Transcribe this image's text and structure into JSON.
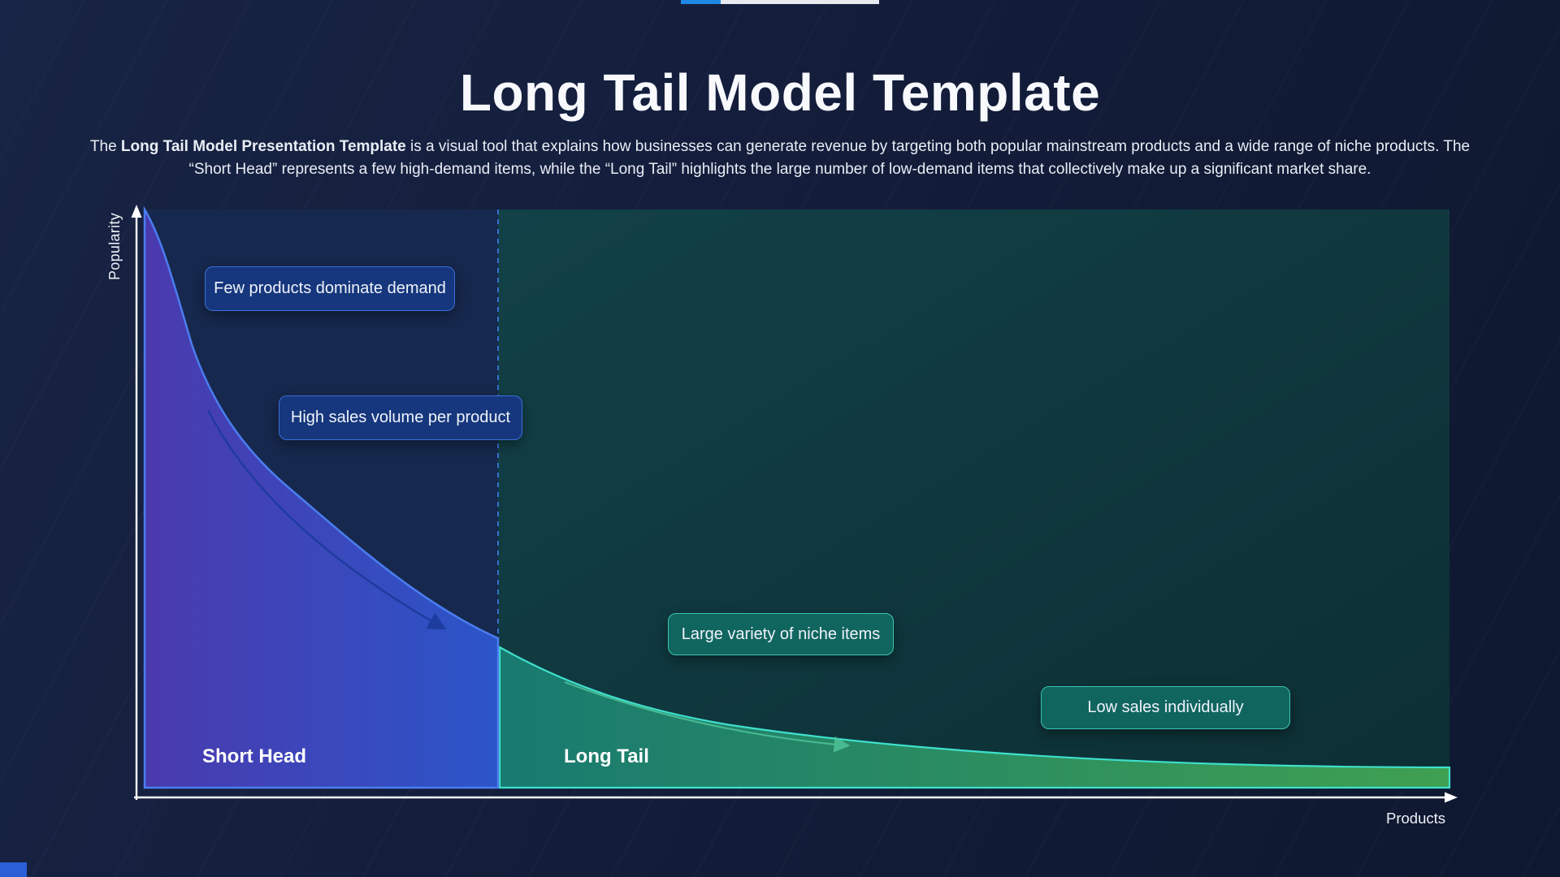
{
  "slide": {
    "progress_bar": {
      "filled_fraction": 0.2
    }
  },
  "header": {
    "title": "Long Tail Model Template",
    "description_line1_prefix": "The ",
    "description_line1_bold": "Long Tail Model Presentation Template",
    "description_line1_rest": " is a visual tool that explains how businesses can generate revenue by targeting both popular mainstream products and a wide range of niche products. The",
    "description_line2": "“Short Head” represents a few high-demand items, while the “Long Tail” highlights the large number of low-demand items that collectively make up a significant market share."
  },
  "chart": {
    "y_axis_label": "Popularity",
    "x_axis_label": "Products",
    "short_head": {
      "label": "Short Head",
      "callouts": [
        "Few products dominate demand",
        "High sales volume per product"
      ]
    },
    "long_tail": {
      "label": "Long Tail",
      "callouts": [
        "Large variety of niche items",
        "Low sales individually"
      ]
    }
  },
  "colors": {
    "page_background": "#141e3c",
    "progress_fill": "#1e88e5",
    "progress_track": "#e8eaf0",
    "short_head_fill_start": "#4a3aae",
    "short_head_fill_end": "#2b55c8",
    "short_head_stroke": "#4a7df0",
    "short_head_arrow": "#1d3a9c",
    "long_tail_fill_start": "#187a70",
    "long_tail_fill_end": "#3fa051",
    "long_tail_stroke": "#3fe0cc",
    "long_tail_arrow": "#4ec39b",
    "plot_left_background": "#16284d",
    "plot_right_background": "#103a41",
    "divider": "#3d77e0",
    "callout_blue_bg": "#16377d",
    "callout_blue_border": "#3b6fd8",
    "callout_teal_bg": "#11655f",
    "callout_teal_border": "#3ac4b0",
    "axis": "#ffffff"
  }
}
